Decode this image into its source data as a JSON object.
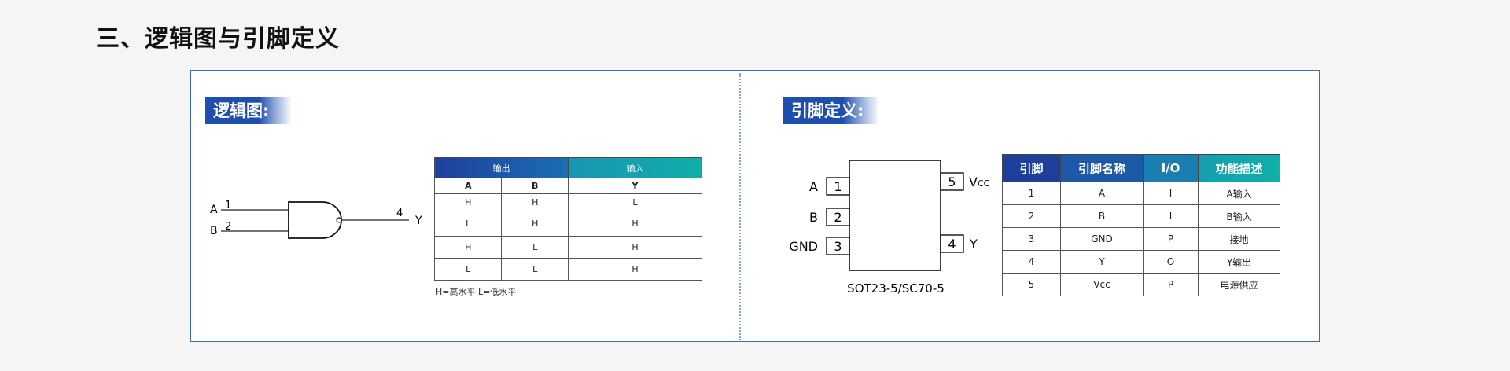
{
  "page_title": "三、逻辑图与引脚定义",
  "logic_section": {
    "tag": "逻辑图:",
    "gate": {
      "input_a_label": "A",
      "input_a_pin": "1",
      "input_b_label": "B",
      "input_b_pin": "2",
      "output_pin": "4",
      "output_label": "Y"
    },
    "truth_table": {
      "output_header": "输出",
      "input_header": "输入",
      "columns": [
        "A",
        "B",
        "Y"
      ],
      "rows": [
        [
          "H",
          "H",
          "L"
        ],
        [
          "L",
          "H",
          "H"
        ],
        [
          "H",
          "L",
          "H"
        ],
        [
          "L",
          "L",
          "H"
        ]
      ],
      "note": "H=高水平   L=低水平"
    }
  },
  "pin_section": {
    "tag": "引脚定义:",
    "package": {
      "left_pins": [
        {
          "label": "A",
          "num": "1"
        },
        {
          "label": "B",
          "num": "2"
        },
        {
          "label": "GND",
          "num": "3"
        }
      ],
      "right_pins": [
        {
          "label": "V",
          "sub": "CC",
          "num": "5"
        },
        {
          "label": "Y",
          "sub": "",
          "num": "4"
        }
      ],
      "caption": "SOT23-5/SC70-5"
    },
    "pin_table": {
      "headers": [
        "引脚",
        "引脚名称",
        "I/O",
        "功能描述"
      ],
      "rows": [
        [
          "1",
          "A",
          "I",
          "A输入"
        ],
        [
          "2",
          "B",
          "I",
          "B输入"
        ],
        [
          "3",
          "GND",
          "P",
          "接地"
        ],
        [
          "4",
          "Y",
          "O",
          "Y输出"
        ],
        [
          "5",
          "Vcc",
          "P",
          "电源供应"
        ]
      ]
    }
  }
}
